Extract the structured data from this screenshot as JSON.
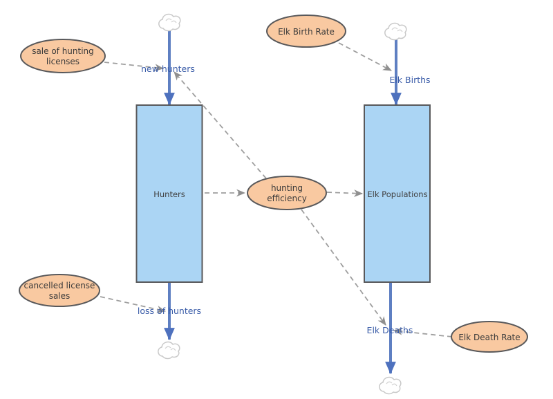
{
  "diagram": {
    "type": "stock-and-flow",
    "stocks": [
      {
        "label": "Hunters"
      },
      {
        "label": "Elk Populations"
      }
    ],
    "flows": [
      {
        "label": "new hunters",
        "from": "cloud",
        "to": "Hunters"
      },
      {
        "label": "loss of hunters",
        "from": "Hunters",
        "to": "cloud"
      },
      {
        "label": "Elk Births",
        "from": "cloud",
        "to": "Elk Populations"
      },
      {
        "label": "Elk Deaths",
        "from": "Elk Populations",
        "to": "cloud"
      }
    ],
    "variables": [
      {
        "lines": [
          "sale of hunting",
          "licenses"
        ]
      },
      {
        "lines": [
          "Elk Birth Rate"
        ]
      },
      {
        "lines": [
          "cancelled license",
          "sales"
        ]
      },
      {
        "lines": [
          "hunting",
          "efficiency"
        ]
      },
      {
        "lines": [
          "Elk Death Rate"
        ]
      }
    ],
    "links": [
      {
        "from": "sale of hunting licenses",
        "to": "new hunters"
      },
      {
        "from": "Elk Birth Rate",
        "to": "Elk Births"
      },
      {
        "from": "cancelled license sales",
        "to": "loss of hunters"
      },
      {
        "from": "Hunters",
        "to": "hunting efficiency"
      },
      {
        "from": "hunting efficiency",
        "to": "Elk Populations"
      },
      {
        "from": "hunting efficiency",
        "to": "new hunters"
      },
      {
        "from": "hunting efficiency",
        "to": "Elk Deaths"
      },
      {
        "from": "Elk Death Rate",
        "to": "Elk Deaths"
      }
    ],
    "colors": {
      "stock_fill": "#abd5f4",
      "stock_border": "#58585a",
      "variable_fill": "#f9c9a1",
      "variable_border": "#58585a",
      "flow_color": "#5e7fc2",
      "flow_arrow_color": "#4e71be",
      "flow_label_color": "#3a5ca8",
      "link_color": "#9e9e9e",
      "link_arrow_color": "#8f8f8f",
      "cloud_outline": "#c9c9c9",
      "background": "#ffffff"
    }
  }
}
